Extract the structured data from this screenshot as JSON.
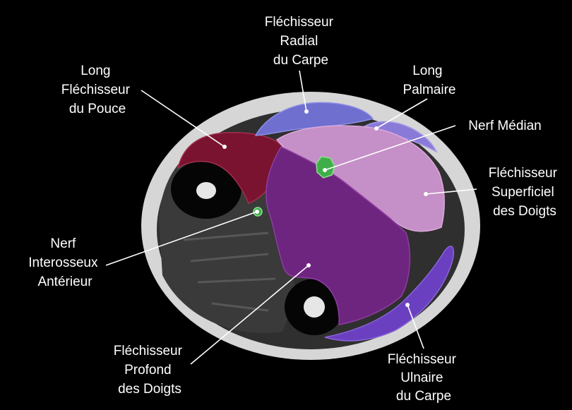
{
  "labels": {
    "frc": [
      "Fléchisseur",
      "Radial",
      "du Carpe"
    ],
    "lfp": [
      "Long",
      "Fléchisseur",
      "du Pouce"
    ],
    "lp": [
      "Long",
      "Palmaire"
    ],
    "nm": [
      "Nerf Médian"
    ],
    "fsd": [
      "Fléchisseur",
      "Superficiel",
      "des Doigts"
    ],
    "nia": [
      "Nerf",
      "Interosseux",
      "Antérieur"
    ],
    "fpd": [
      "Fléchisseur",
      "Profond",
      "des Doigts"
    ],
    "fuc": [
      "Fléchisseur",
      "Ulnaire",
      "du Carpe"
    ]
  },
  "colors": {
    "background": "#000000",
    "fat_ring": "#d9d9d9",
    "soft_tissue": "#2e2e2e",
    "long_flechisseur_du_pouce": "#7a1330",
    "flechisseur_radial_du_carpe": "#6f6fd0",
    "long_palmaire": "#8a7ad8",
    "flechisseur_superficiel_des_doigts": "#c58fc7",
    "flechisseur_profond_des_doigts": "#6e2580",
    "flechisseur_ulnaire_du_carpe": "#6a40c0",
    "nerf": "#3fae4a",
    "bone": "#000000",
    "marrow": "#e6e6e6"
  }
}
